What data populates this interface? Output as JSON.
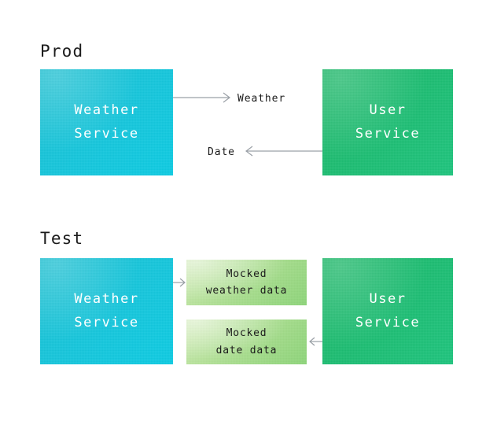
{
  "diagram": {
    "title_prod": "Prod",
    "title_test": "Test",
    "sections": [
      {
        "id": "prod",
        "heading": "Prod",
        "nodes": [
          {
            "name": "weather-service",
            "line1": "Weather",
            "line2": "Service",
            "color": "#17c6dc"
          },
          {
            "name": "user-service",
            "line1": "User",
            "line2": "Service",
            "color": "#1ebd73"
          }
        ],
        "edges": [
          {
            "label": "Weather",
            "direction": "right",
            "from": "weather-service",
            "to": "user-service"
          },
          {
            "label": "Date",
            "direction": "left",
            "from": "user-service",
            "to": "weather-service"
          }
        ]
      },
      {
        "id": "test",
        "heading": "Test",
        "nodes": [
          {
            "name": "weather-service",
            "line1": "Weather",
            "line2": "Service",
            "color": "#17c6dc"
          },
          {
            "name": "mocked-weather-data",
            "line1": "Mocked",
            "line2": "weather data",
            "color": "#a8dd8e"
          },
          {
            "name": "mocked-date-data",
            "line1": "Mocked",
            "line2": "date data",
            "color": "#8ed47b"
          },
          {
            "name": "user-service",
            "line1": "User",
            "line2": "Service",
            "color": "#1ebd73"
          }
        ],
        "edges": [
          {
            "label": "",
            "direction": "right",
            "from": "weather-service",
            "to": "mocked-weather-data"
          },
          {
            "label": "",
            "direction": "left",
            "from": "user-service",
            "to": "mocked-date-data"
          }
        ]
      }
    ]
  },
  "prod": {
    "heading": "Prod",
    "weather_service": {
      "line1": "Weather",
      "line2": "Service"
    },
    "user_service": {
      "line1": "User",
      "line2": "Service"
    },
    "edge_weather_label": "Weather",
    "edge_date_label": "Date"
  },
  "test": {
    "heading": "Test",
    "weather_service": {
      "line1": "Weather",
      "line2": "Service"
    },
    "user_service": {
      "line1": "User",
      "line2": "Service"
    },
    "mocked_weather": {
      "line1": "Mocked",
      "line2": "weather data"
    },
    "mocked_date": {
      "line1": "Mocked",
      "line2": "date data"
    }
  },
  "colors": {
    "cyan_start": "#1ec0d2",
    "cyan_end": "#0fcbe2",
    "green_start": "#23b96c",
    "green_end": "#1fc47e",
    "mock_green_start": "#cdeab0",
    "mock_green_end": "#8ed47b",
    "arrow": "#9aa0a6",
    "text_dark": "#1b1b1b",
    "background": "#ffffff"
  }
}
